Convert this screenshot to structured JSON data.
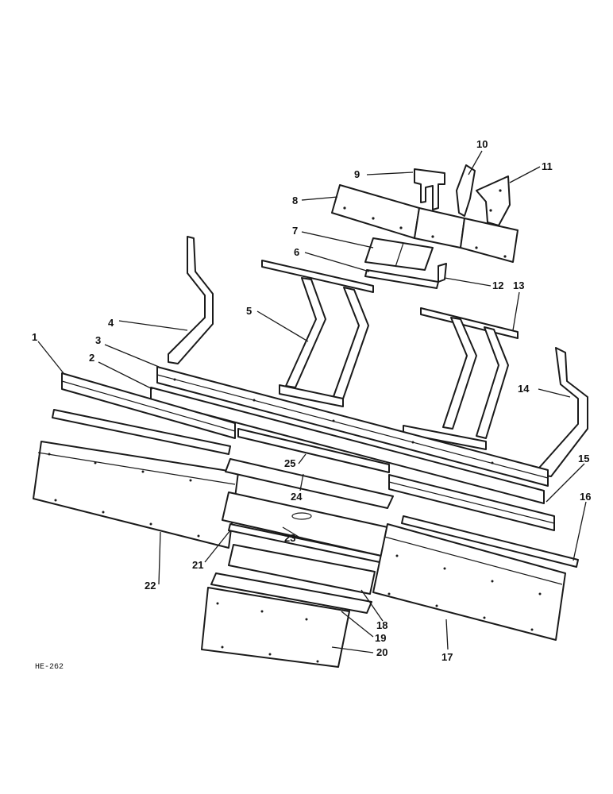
{
  "callouts": [
    {
      "id": "1",
      "label": "1"
    },
    {
      "id": "2",
      "label": "2"
    },
    {
      "id": "3",
      "label": "3"
    },
    {
      "id": "4",
      "label": "4"
    },
    {
      "id": "5",
      "label": "5"
    },
    {
      "id": "6",
      "label": "6"
    },
    {
      "id": "7",
      "label": "7"
    },
    {
      "id": "8",
      "label": "8"
    },
    {
      "id": "9",
      "label": "9"
    },
    {
      "id": "10",
      "label": "10"
    },
    {
      "id": "11",
      "label": "11"
    },
    {
      "id": "12",
      "label": "12"
    },
    {
      "id": "13",
      "label": "13"
    },
    {
      "id": "14",
      "label": "14"
    },
    {
      "id": "15",
      "label": "15"
    },
    {
      "id": "16",
      "label": "16"
    },
    {
      "id": "17",
      "label": "17"
    },
    {
      "id": "18",
      "label": "18"
    },
    {
      "id": "19",
      "label": "19"
    },
    {
      "id": "20",
      "label": "20"
    },
    {
      "id": "21",
      "label": "21"
    },
    {
      "id": "22",
      "label": "22"
    },
    {
      "id": "23",
      "label": "23"
    },
    {
      "id": "24",
      "label": "24"
    },
    {
      "id": "25",
      "label": "25"
    }
  ],
  "figure_code": "HE-262",
  "colors": {
    "ink": "#1a1a1a",
    "paper": "#ffffff"
  }
}
